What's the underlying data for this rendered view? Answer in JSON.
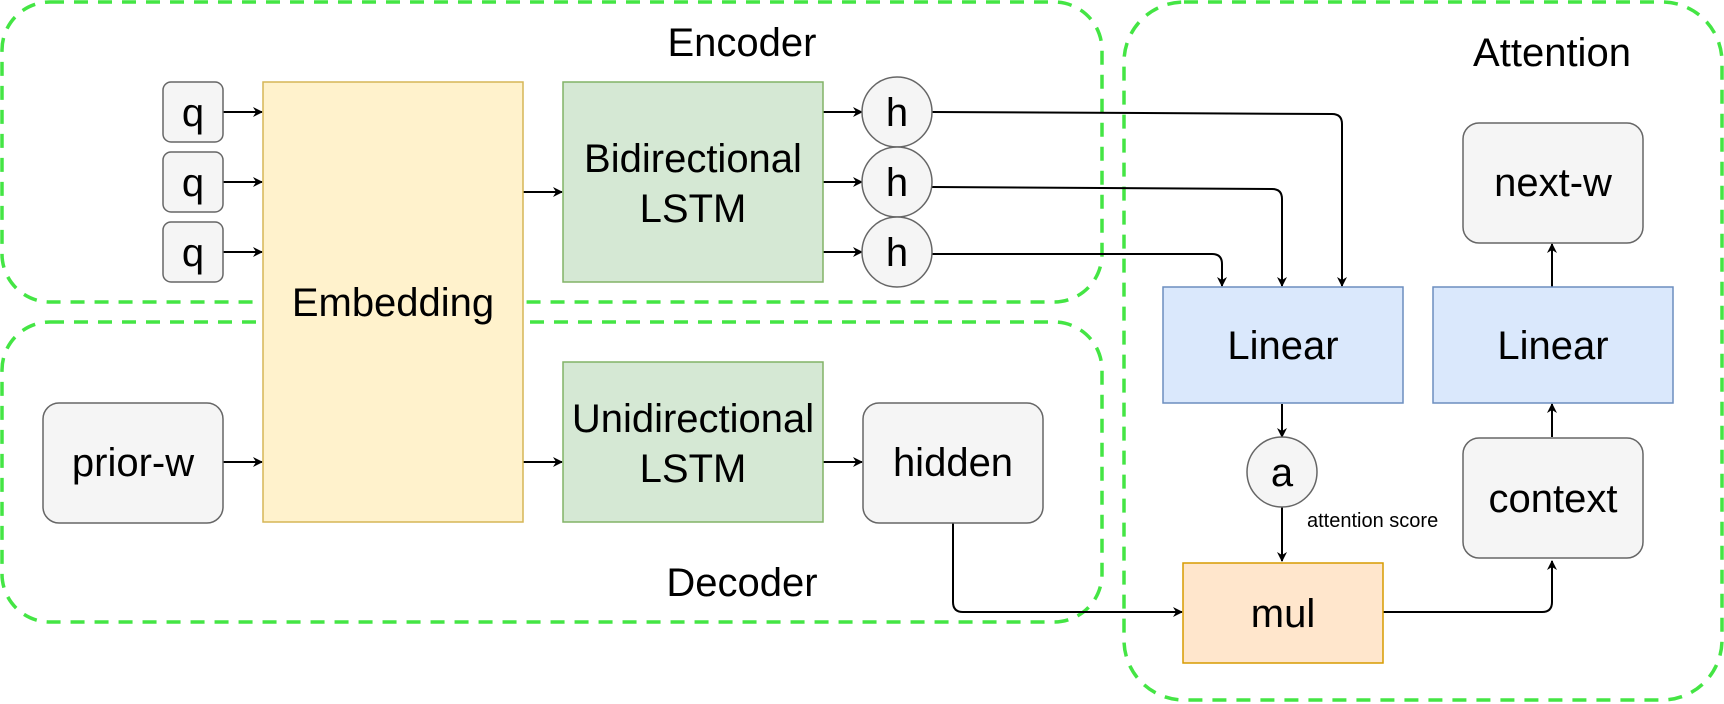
{
  "regions": {
    "encoder": "Encoder",
    "decoder": "Decoder",
    "attention": "Attention"
  },
  "nodes": {
    "query_1": "q",
    "query_2": "q",
    "query_3": "q",
    "embedding": "Embedding",
    "bilstm_line1": "Bidirectional",
    "bilstm_line2": "LSTM",
    "unilstm_line1": "Unidirectional",
    "unilstm_line2": "LSTM",
    "hidden_state_1": "h",
    "hidden_state_2": "h",
    "hidden_state_3": "h",
    "prior_word": "prior-w",
    "hidden": "hidden",
    "linear_attention": "Linear",
    "linear_output": "Linear",
    "attention_weight": "a",
    "attention_score_label": "attention score",
    "mul": "mul",
    "context": "context",
    "next_word": "next-w"
  },
  "colors": {
    "region_border": "#44e544",
    "embedding_fill": "#fff2cc",
    "embedding_stroke": "#d6b656",
    "lstm_fill": "#d5e8d4",
    "lstm_stroke": "#82b366",
    "linear_fill": "#dae8fc",
    "linear_stroke": "#6c8ebf",
    "mul_fill": "#ffe6cc",
    "mul_stroke": "#d79b00",
    "gray_fill": "#f5f5f5",
    "gray_stroke": "#666666",
    "edge": "#000000"
  }
}
